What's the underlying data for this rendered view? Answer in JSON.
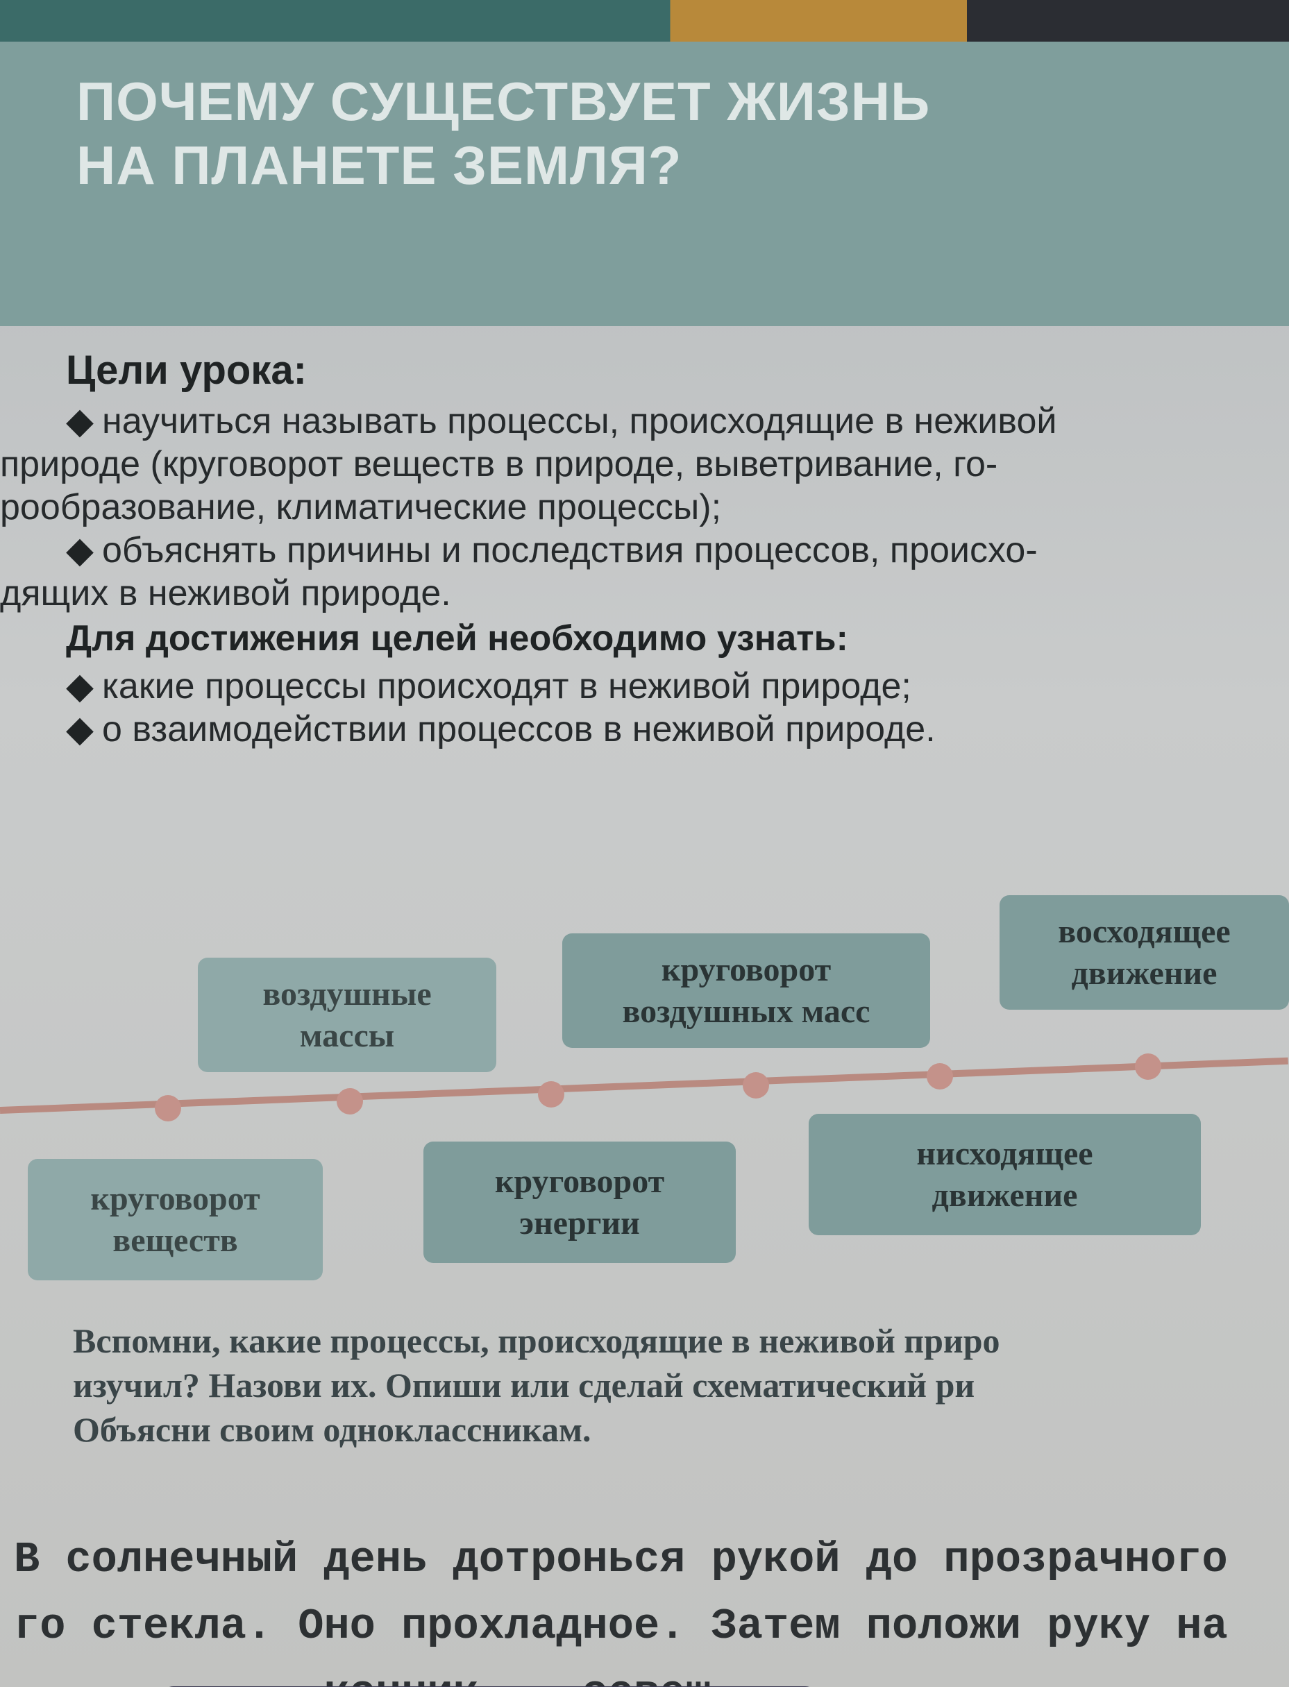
{
  "title": {
    "line1": "ПОЧЕМУ СУЩЕСТВУЕТ ЖИЗНЬ",
    "line2": "НА ПЛАНЕТЕ ЗЕМЛЯ?"
  },
  "goals": {
    "heading": "Цели урока:",
    "bullet": "◆",
    "lines": [
      "научиться называть процессы, происходящие в неживой",
      "природе (круговорот веществ в природе, выветривание, го-",
      "рообразование, климатические процессы);",
      "объяснять причины и последствия процессов, происхо-",
      "дящих в неживой природе."
    ]
  },
  "need": {
    "heading": "Для достижения целей необходимо узнать:",
    "items": [
      "какие процессы происходят в неживой природе;",
      "о взаимодействии процессов в неживой природе."
    ]
  },
  "diagram": {
    "top": [
      {
        "line1": "воздушные",
        "line2": "массы"
      },
      {
        "line1": "круговорот",
        "line2": "воздушных масс"
      },
      {
        "line1": "восходящее",
        "line2": "движение"
      }
    ],
    "bottom": [
      {
        "line1": "круговорот",
        "line2": "веществ"
      },
      {
        "line1": "круговорот",
        "line2": "энергии"
      },
      {
        "line1": "нисходящее",
        "line2": "движение"
      }
    ]
  },
  "task": {
    "lines": [
      "Вспомни, какие процессы, происходящие в неживой приро",
      "изучил? Назови их. Опиши или сделай схематический ри",
      "Объясни своим одноклассникам."
    ]
  },
  "body": {
    "lines": [
      "В солнечный день дотронься рукой до прозрачного",
      "го стекла. Оно прохладное. Затем положи руку на",
      "            конник,   освещ"
    ]
  }
}
